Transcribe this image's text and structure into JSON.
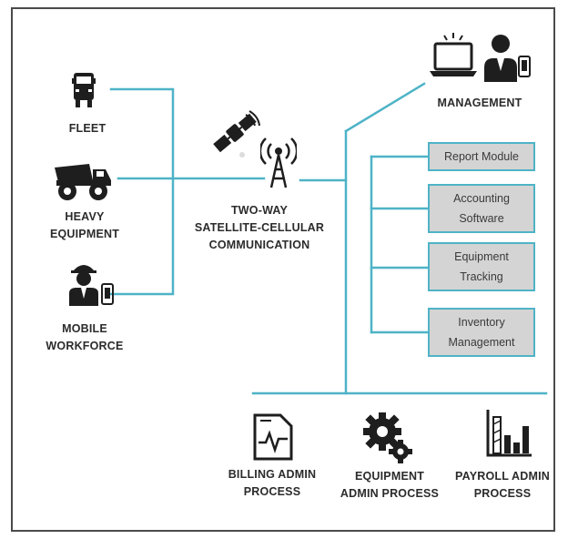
{
  "sources": {
    "fleet": {
      "label": [
        "FLEET"
      ],
      "icon": "truck-icon"
    },
    "heavy_equipment": {
      "label": [
        "HEAVY",
        "EQUIPMENT"
      ],
      "icon": "dump-truck-icon"
    },
    "mobile_workforce": {
      "label": [
        "MOBILE",
        "WORKFORCE"
      ],
      "icon": "worker-with-phone-icon"
    }
  },
  "communication": {
    "label": [
      "TWO-WAY",
      "SATELLITE-CELLULAR",
      "COMMUNICATION"
    ],
    "icons": [
      "satellite-icon",
      "cell-tower-icon"
    ]
  },
  "management": {
    "label": [
      "MANAGEMENT"
    ],
    "icons": [
      "laptop-icon",
      "manager-with-phone-icon"
    ]
  },
  "modules": [
    {
      "lines": [
        "Report Module"
      ]
    },
    {
      "lines": [
        "Accounting",
        "Software"
      ]
    },
    {
      "lines": [
        "Equipment",
        "Tracking"
      ]
    },
    {
      "lines": [
        "Inventory",
        "Management"
      ]
    }
  ],
  "processes": [
    {
      "lines": [
        "BILLING ADMIN",
        "PROCESS"
      ],
      "icon": "chart-document-icon"
    },
    {
      "lines": [
        "EQUIPMENT",
        "ADMIN PROCESS"
      ],
      "icon": "gears-icon"
    },
    {
      "lines": [
        "PAYROLL ADMIN",
        "PROCESS"
      ],
      "icon": "bar-chart-icon"
    }
  ],
  "colors": {
    "line": "#4eb3c7",
    "box_fill": "#d4d4d4",
    "icon": "#1e1e1e",
    "text": "#2b2b2b"
  }
}
